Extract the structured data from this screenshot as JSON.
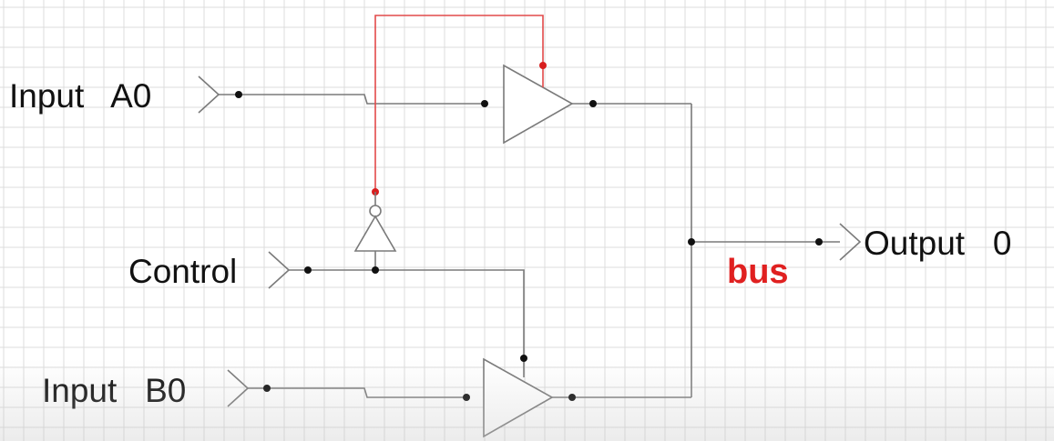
{
  "labels": {
    "input_a": "Input   A0",
    "control": "Control",
    "input_b": "Input   B0",
    "output": "Output   0",
    "bus": "bus"
  },
  "colors": {
    "wire": "#7a7a7a",
    "enable_wire": "#e24a4a",
    "node": "#111111",
    "bus_label": "#e02020"
  }
}
